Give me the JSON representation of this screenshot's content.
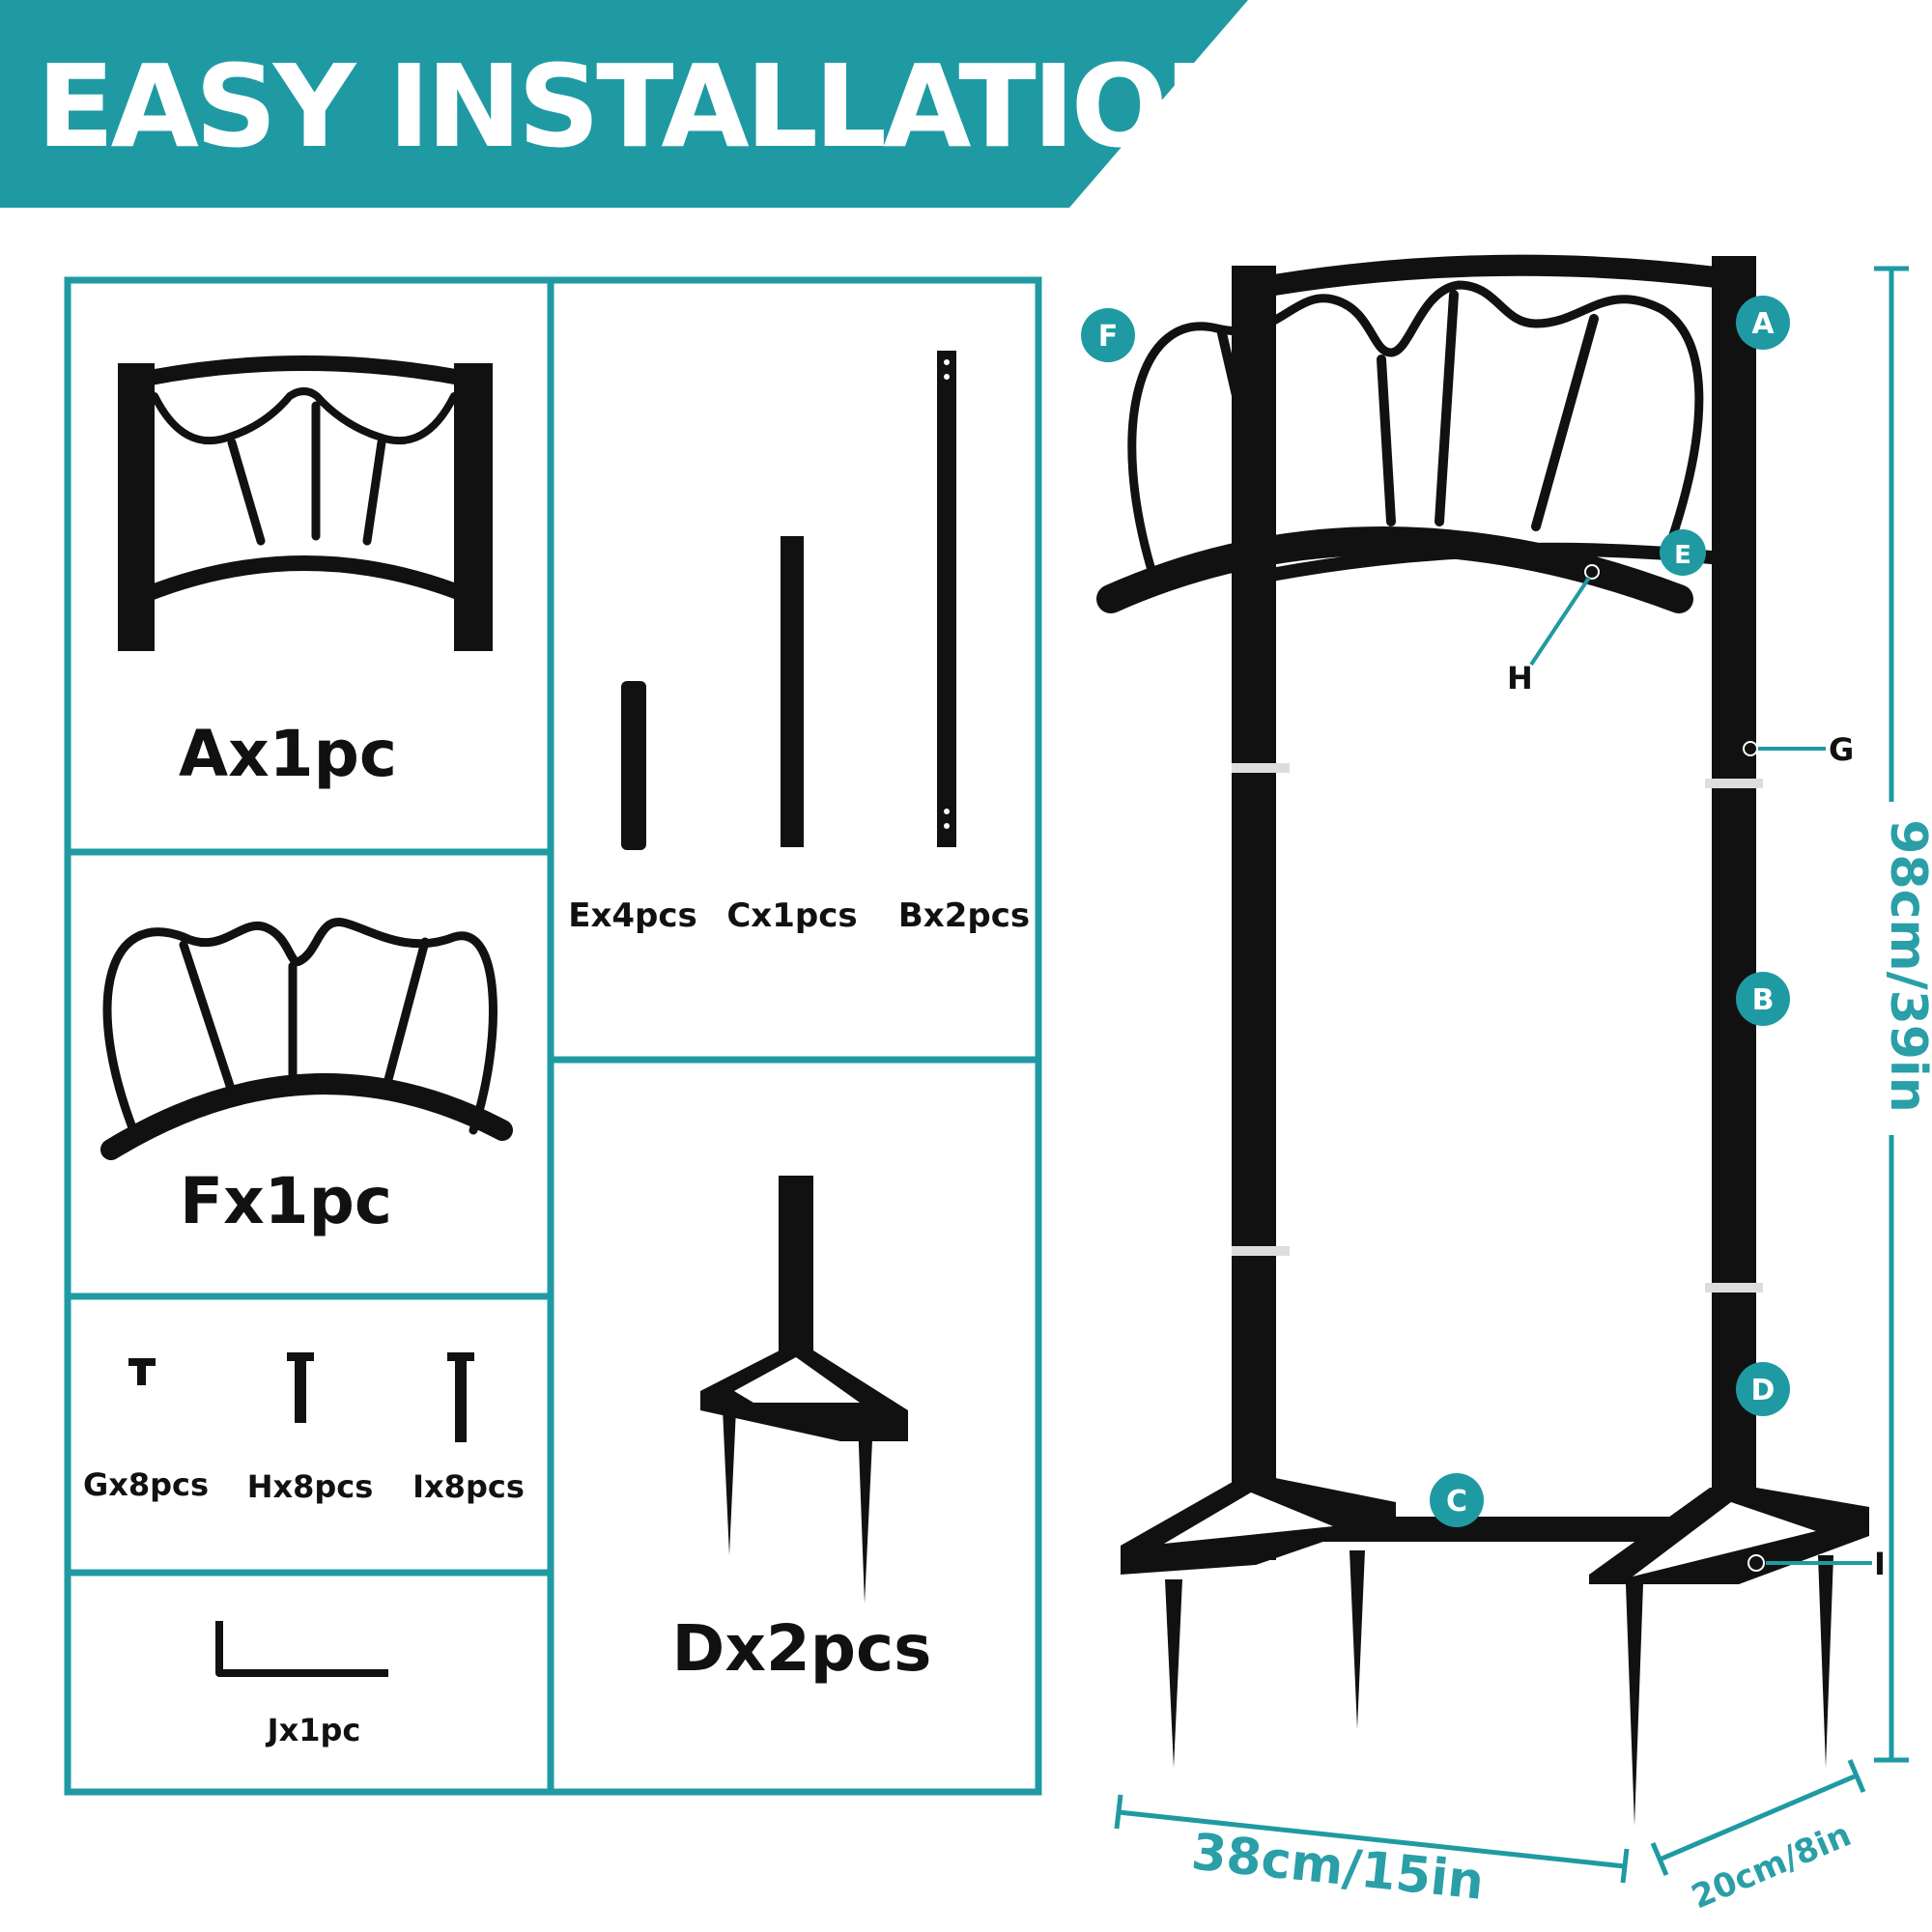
{
  "colors": {
    "accent": "#1f9aa3",
    "accent_dark": "#188a93",
    "metal": "#111111",
    "text": "#111111"
  },
  "header": {
    "title": "EASY INSTALLATION"
  },
  "parts": {
    "a": {
      "label": "Ax1pc",
      "icon": "top-arch-frame"
    },
    "f": {
      "label": "Fx1pc",
      "icon": "hose-holder-hanger"
    },
    "e": {
      "label": "Ex4pcs",
      "icon": "short-tube"
    },
    "c": {
      "label": "Cx1pcs",
      "icon": "crossbar"
    },
    "b": {
      "label": "Bx2pcs",
      "icon": "side-pole"
    },
    "g": {
      "label": "Gx8pcs",
      "icon": "short-screw"
    },
    "h": {
      "label": "Hx8pcs",
      "icon": "medium-screw"
    },
    "i": {
      "label": "Ix8pcs",
      "icon": "long-screw"
    },
    "j": {
      "label": "Jx1pc",
      "icon": "hex-key"
    },
    "d": {
      "label": "Dx2pcs",
      "icon": "spike-base"
    }
  },
  "assembly": {
    "callouts": [
      "A",
      "B",
      "C",
      "D",
      "E",
      "F",
      "G",
      "H",
      "I"
    ],
    "height": "98cm/39in",
    "width": "38cm/15in",
    "depth": "20cm/8in"
  }
}
